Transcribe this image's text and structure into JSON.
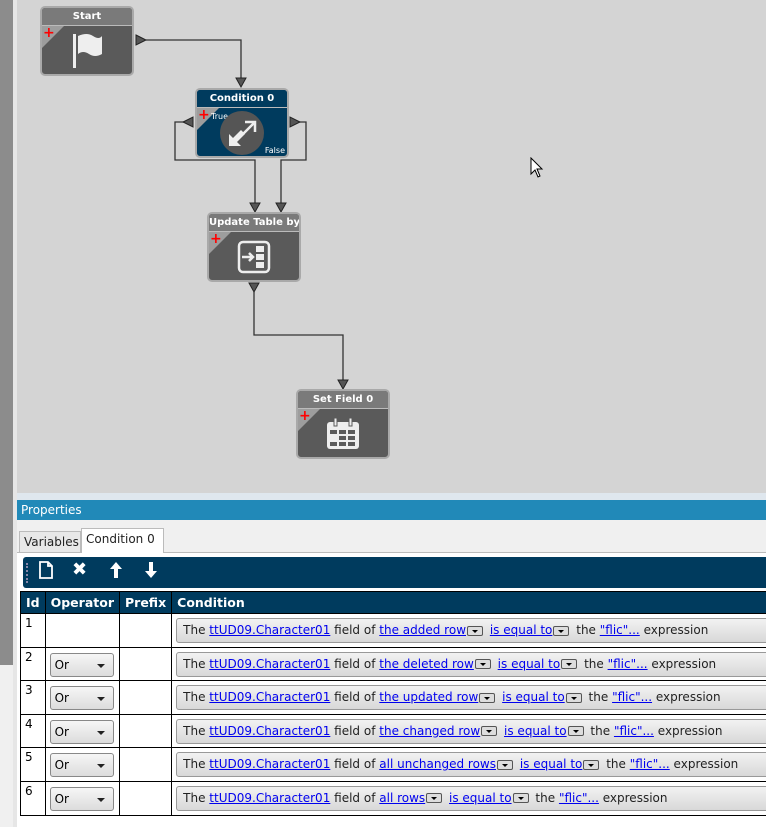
{
  "nodes": {
    "start": "Start",
    "condition": "Condition 0",
    "condition_true": "True",
    "condition_false": "False",
    "update": "Update Table by Q",
    "setfield": "Set Field 0"
  },
  "properties": {
    "title": "Properties",
    "tabs": [
      "Variables",
      "Condition 0"
    ]
  },
  "table": {
    "headers": [
      "Id",
      "Operator",
      "Prefix",
      "Condition"
    ],
    "rows": [
      {
        "id": "1",
        "operator": "",
        "prefix": "",
        "the": "The",
        "field": "ttUD09.Character01",
        "field_of": "field of",
        "row": "the added row",
        "op": "is equal to",
        "the2": "the",
        "value": "\"flic\"...",
        "suffix": "expression"
      },
      {
        "id": "2",
        "operator": "Or",
        "prefix": "",
        "the": "The",
        "field": "ttUD09.Character01",
        "field_of": "field of",
        "row": "the deleted row",
        "op": "is equal to",
        "the2": "the",
        "value": "\"flic\"...",
        "suffix": "expression"
      },
      {
        "id": "3",
        "operator": "Or",
        "prefix": "",
        "the": "The",
        "field": "ttUD09.Character01",
        "field_of": "field of",
        "row": "the updated row",
        "op": "is equal to",
        "the2": "the",
        "value": "\"flic\"...",
        "suffix": "expression"
      },
      {
        "id": "4",
        "operator": "Or",
        "prefix": "",
        "the": "The",
        "field": "ttUD09.Character01",
        "field_of": "field of",
        "row": "the changed row",
        "op": "is equal to",
        "the2": "the",
        "value": "\"flic\"...",
        "suffix": "expression"
      },
      {
        "id": "5",
        "operator": "Or",
        "prefix": "",
        "the": "The",
        "field": "ttUD09.Character01",
        "field_of": "field of",
        "row": "all unchanged rows",
        "op": "is equal to",
        "the2": "the",
        "value": "\"flic\"...",
        "suffix": "expression"
      },
      {
        "id": "6",
        "operator": "Or",
        "prefix": "",
        "the": "The",
        "field": "ttUD09.Character01",
        "field_of": "field of",
        "row": "all rows",
        "op": "is equal to",
        "the2": "the",
        "value": "\"flic\"...",
        "suffix": "expression"
      }
    ]
  }
}
